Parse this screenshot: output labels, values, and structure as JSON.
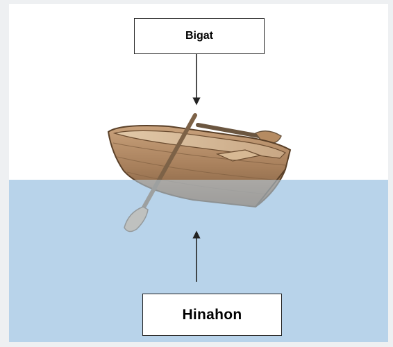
{
  "diagram": {
    "top_label": "Bigat",
    "bottom_label": "Hinahon"
  },
  "colors": {
    "water": "#b8d3ea",
    "boat_wood": "#b08660",
    "box_border": "#222222"
  },
  "icons": [
    "rowboat-illustration",
    "arrow-down-icon",
    "arrow-up-icon"
  ]
}
